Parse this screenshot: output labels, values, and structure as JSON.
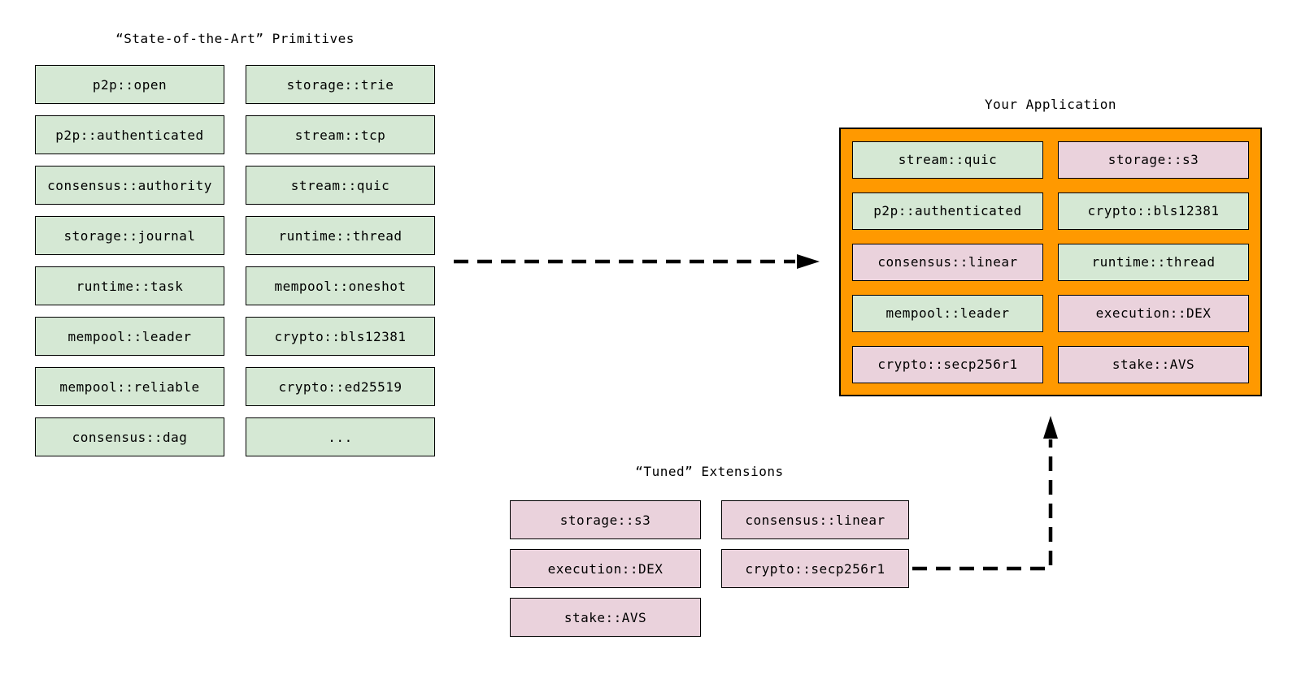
{
  "colors": {
    "primitive_green": "#d5e8d4",
    "extension_pink": "#ead2dc",
    "application_orange": "#ff9900",
    "box_border": "#000000",
    "background": "#ffffff"
  },
  "primitives": {
    "title": "“State-of-the-Art” Primitives",
    "column1": [
      "p2p::open",
      "p2p::authenticated",
      "consensus::authority",
      "storage::journal",
      "runtime::task",
      "mempool::leader",
      "mempool::reliable",
      "consensus::dag"
    ],
    "column2": [
      "storage::trie",
      "stream::tcp",
      "stream::quic",
      "runtime::thread",
      "mempool::oneshot",
      "crypto::bls12381",
      "crypto::ed25519",
      "..."
    ]
  },
  "application": {
    "title": "Your Application",
    "items": [
      {
        "label": "stream::quic",
        "variant": "green"
      },
      {
        "label": "storage::s3",
        "variant": "pink"
      },
      {
        "label": "p2p::authenticated",
        "variant": "green"
      },
      {
        "label": "crypto::bls12381",
        "variant": "green"
      },
      {
        "label": "consensus::linear",
        "variant": "pink"
      },
      {
        "label": "runtime::thread",
        "variant": "green"
      },
      {
        "label": "mempool::leader",
        "variant": "green"
      },
      {
        "label": "execution::DEX",
        "variant": "pink"
      },
      {
        "label": "crypto::secp256r1",
        "variant": "pink"
      },
      {
        "label": "stake::AVS",
        "variant": "pink"
      }
    ]
  },
  "extensions": {
    "title": "“Tuned” Extensions",
    "column1": [
      "storage::s3",
      "execution::DEX",
      "stake::AVS"
    ],
    "column2": [
      "consensus::linear",
      "crypto::secp256r1"
    ]
  }
}
